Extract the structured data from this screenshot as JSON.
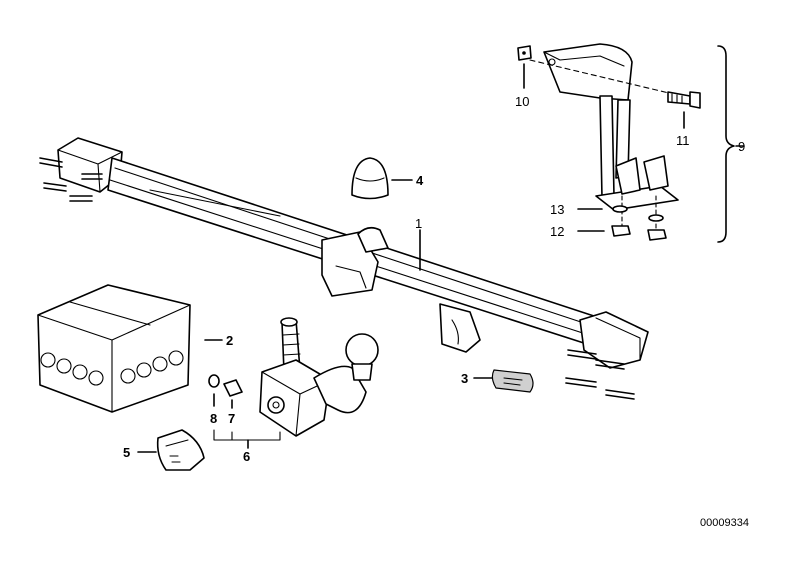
{
  "labels": {
    "p1": "1",
    "p2": "2",
    "p3": "3",
    "p4": "4",
    "p5": "5",
    "p6": "6",
    "p7": "7",
    "p8": "8",
    "p9": "9",
    "p10": "10",
    "p11": "11",
    "p12": "12",
    "p13": "13"
  },
  "diagram_code": "00009334"
}
